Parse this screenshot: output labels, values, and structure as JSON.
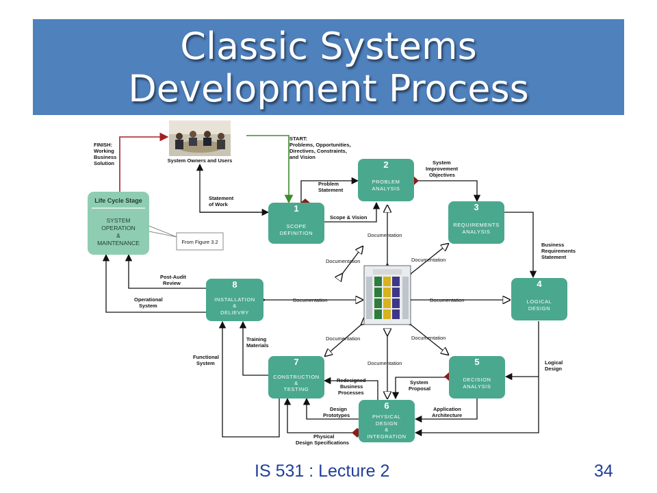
{
  "slide": {
    "title_line1": "Classic Systems",
    "title_line2": "Development Process",
    "footer": "IS 531 : Lecture 2",
    "page_number": "34"
  },
  "colors": {
    "title_bar": "#4f81bd",
    "phase_box": "#4aa88e",
    "lifecycle_box": "#8fcdb2",
    "arrow": "#111111",
    "finish_arrow": "#a31f24",
    "start_arrow": "#3d8b2f",
    "diamond": "#8b1c1c",
    "footer_text": "#1f3f99"
  },
  "diagram": {
    "phases": [
      {
        "number": "1",
        "lines": [
          "SCOPE",
          "DEFINITION"
        ]
      },
      {
        "number": "2",
        "lines": [
          "PROBLEM",
          "ANALYSIS"
        ]
      },
      {
        "number": "3",
        "lines": [
          "REQUIREMENTS",
          "ANALYSIS"
        ]
      },
      {
        "number": "4",
        "lines": [
          "LOGICAL",
          "DESIGN"
        ]
      },
      {
        "number": "5",
        "lines": [
          "DECISION",
          "ANALYSIS"
        ]
      },
      {
        "number": "6",
        "lines": [
          "PHYSICAL",
          "DESIGN",
          "&",
          "INTEGRATION"
        ]
      },
      {
        "number": "7",
        "lines": [
          "CONSTRUCTION",
          "&",
          "TESTING"
        ]
      },
      {
        "number": "8",
        "lines": [
          "INSTALLATION",
          "&",
          "DELIEVRY"
        ]
      }
    ],
    "lifecycle": {
      "header": "Life Cycle Stage",
      "lines": [
        "SYSTEM",
        "OPERATION",
        "&",
        "MAINTENANCE"
      ]
    },
    "callout": "From Figure 3.2",
    "photo_caption": "System Owners and Users",
    "start_label": [
      "START:",
      "Problems, Opportunities,",
      "Directives, Constraints,",
      "and Vision"
    ],
    "finish_label": [
      "FINISH:",
      "Working",
      "Business",
      "Solution"
    ],
    "documentation_label": "Documentation",
    "flow_labels": {
      "statement_of_work": [
        "Statement",
        "of Work"
      ],
      "problem_statement": [
        "Problem",
        "Statement"
      ],
      "scope_vision": [
        "Scope & Vision"
      ],
      "system_improvement_objectives": [
        "System",
        "Improvement",
        "Objectives"
      ],
      "business_requirements_statement": [
        "Business",
        "Requirements",
        "Statement"
      ],
      "logical_design": [
        "Logical",
        "Design"
      ],
      "system_proposal": [
        "System",
        "Proposal"
      ],
      "application_architecture": [
        "Application",
        "Architecture"
      ],
      "redesigned_business_processes": [
        "Redesigned",
        "Business",
        "Processes"
      ],
      "design_prototypes": [
        "Design",
        "Prototypes"
      ],
      "physical_design_specifications": [
        "Physical",
        "Design Specifications"
      ],
      "training_materials": [
        "Training",
        "Materials"
      ],
      "functional_system": [
        "Functional",
        "System"
      ],
      "post_audit_review": [
        "Post-Audit",
        "Review"
      ],
      "operational_system": [
        "Operational",
        "System"
      ]
    }
  }
}
